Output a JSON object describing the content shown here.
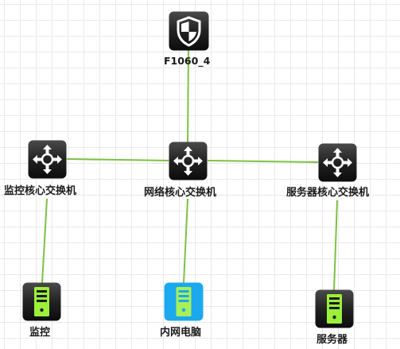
{
  "topology": {
    "nodes": [
      {
        "id": "firewall",
        "label": "F1060_4",
        "device": "firewall-icon"
      },
      {
        "id": "monitor-core",
        "label": "监控核心交换机",
        "device": "switch-icon"
      },
      {
        "id": "network-core",
        "label": "网络核心交换机",
        "device": "switch-icon"
      },
      {
        "id": "server-core",
        "label": "服务器核心交换机",
        "device": "switch-icon"
      },
      {
        "id": "monitor",
        "label": "监控",
        "device": "server-icon"
      },
      {
        "id": "intranet-pc",
        "label": "内网电脑",
        "device": "server-icon"
      },
      {
        "id": "server",
        "label": "服务器",
        "device": "server-icon"
      }
    ],
    "links": [
      {
        "from": "firewall",
        "to": "network-core"
      },
      {
        "from": "monitor-core",
        "to": "network-core"
      },
      {
        "from": "network-core",
        "to": "server-core"
      },
      {
        "from": "monitor-core",
        "to": "monitor"
      },
      {
        "from": "network-core",
        "to": "intranet-pc"
      },
      {
        "from": "server-core",
        "to": "server"
      }
    ]
  },
  "colors": {
    "link": "#7dc142",
    "device_dark": "#1b1b1b",
    "device_symbol": "#ffffff",
    "monitor_server_symbol": "#9bf03a",
    "intranet_pc_body": "#1ba8ec",
    "intranet_pc_symbol": "#a7f05a",
    "server_symbol": "#9bf03a",
    "grid": "#e9e9e9",
    "label": "#1a1a1a"
  }
}
